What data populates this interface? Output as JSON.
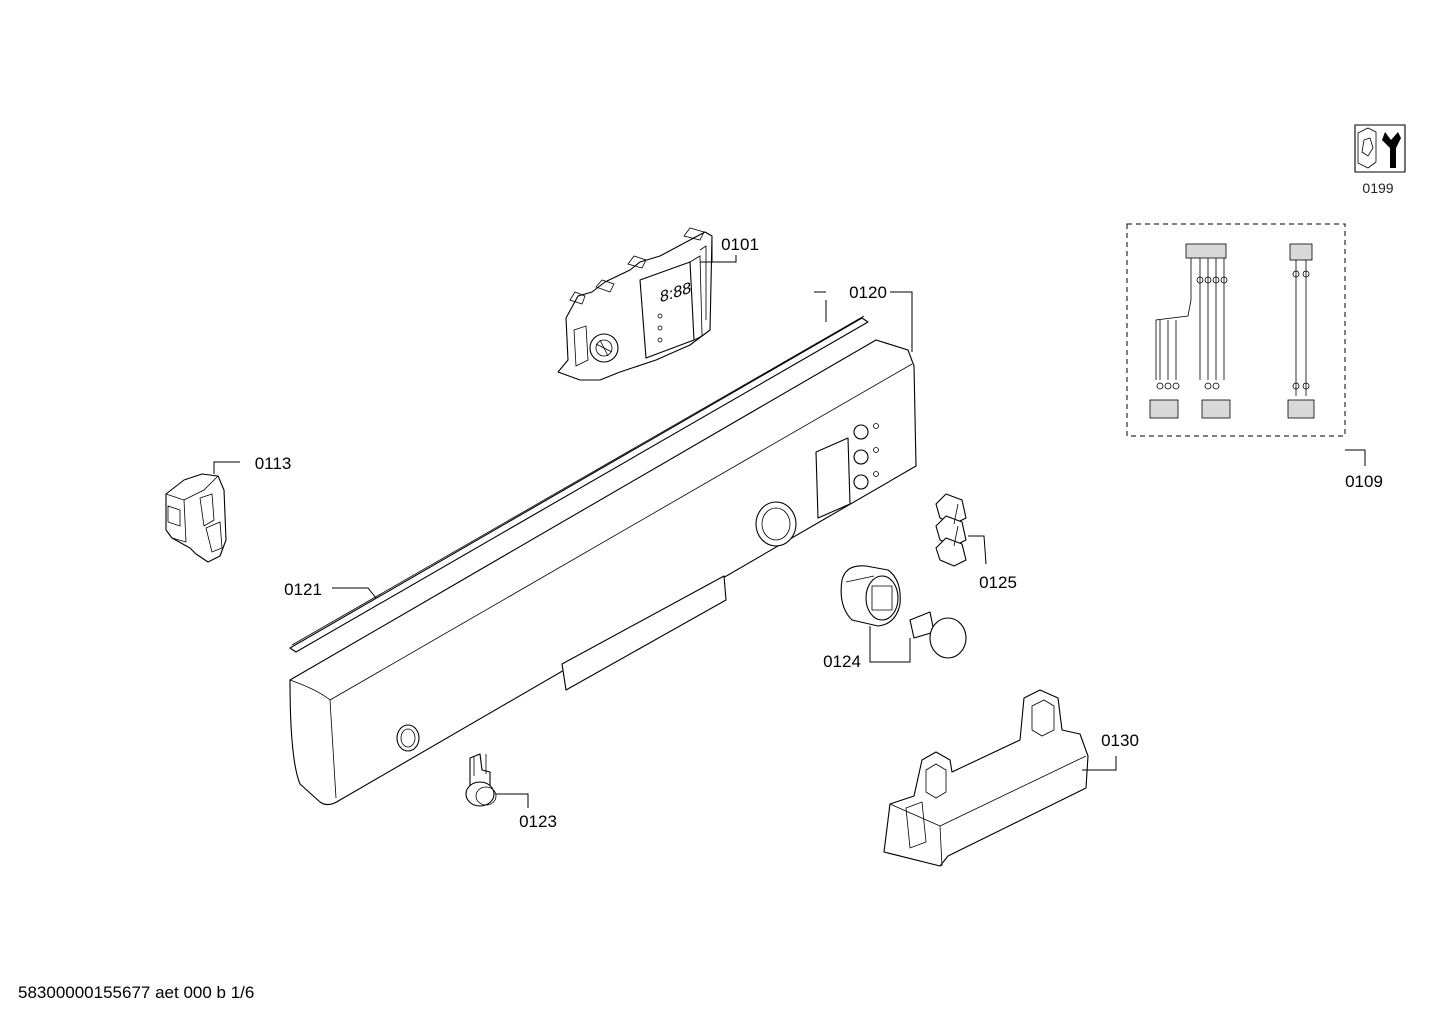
{
  "diagram": {
    "labels": {
      "p0101": "0101",
      "p0109": "0109",
      "p0113": "0113",
      "p0120": "0120",
      "p0121": "0121",
      "p0123": "0123",
      "p0124": "0124",
      "p0125": "0125",
      "p0130": "0130",
      "p0199": "0199"
    },
    "display_digits": "8:88",
    "footer": "58300000155677 aet 000 b 1/6"
  }
}
